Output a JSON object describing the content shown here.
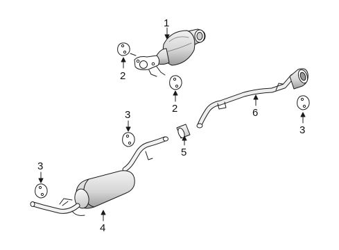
{
  "diagram": {
    "callouts": [
      {
        "id": "c1",
        "label": "1"
      },
      {
        "id": "c2a",
        "label": "2"
      },
      {
        "id": "c2b",
        "label": "2"
      },
      {
        "id": "c3a",
        "label": "3"
      },
      {
        "id": "c3b",
        "label": "3"
      },
      {
        "id": "c3c",
        "label": "3"
      },
      {
        "id": "c4",
        "label": "4"
      },
      {
        "id": "c5",
        "label": "5"
      },
      {
        "id": "c6",
        "label": "6"
      }
    ]
  },
  "colors": {
    "line": "#1a1a1a",
    "background": "#ffffff",
    "shade": "#d8d8d8",
    "shade_dark": "#a8a8a8"
  }
}
